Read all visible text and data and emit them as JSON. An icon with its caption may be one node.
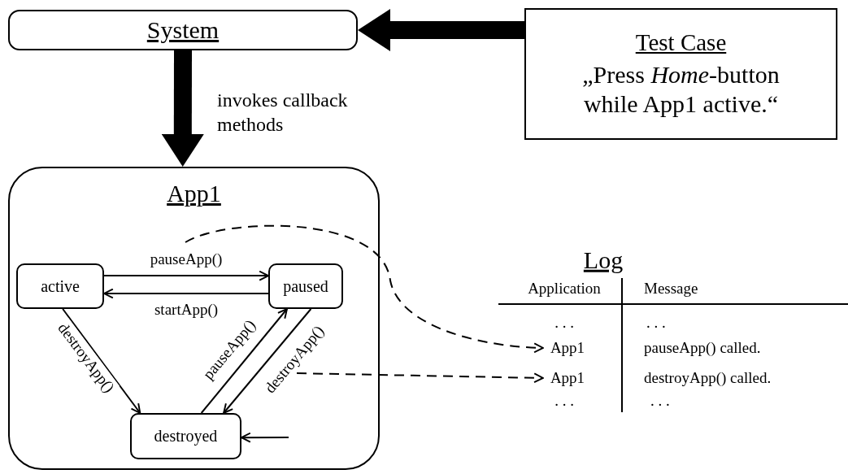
{
  "diagram": {
    "nodes": [
      {
        "text": [
          "System"
        ]
      },
      {
        "text": [
          "Test Case",
          "„Press *Home*-button while App1 active.“"
        ]
      },
      {
        "text": [
          "App1"
        ]
      },
      {
        "text": [
          "active"
        ],
        "in": 2
      },
      {
        "text": [
          "paused"
        ],
        "in": 2
      },
      {
        "text": [
          "destroyed"
        ],
        "in": 2
      },
      {
        "text": [
          "App1"
        ]
      },
      {
        "text": [
          "App1"
        ]
      }
    ],
    "edges": [
      {
        "from": 1,
        "to": 0,
        "arrow": "to",
        "style": "thick"
      },
      {
        "from": 0,
        "to": 2,
        "arrow": "to",
        "style": "thick",
        "label": "invokes callback methods"
      },
      {
        "from": 3,
        "to": 4,
        "arrow": "to",
        "label": "pauseApp()"
      },
      {
        "from": 4,
        "to": 3,
        "arrow": "to",
        "label": "startApp()"
      },
      {
        "from": 3,
        "to": 5,
        "arrow": "to",
        "label": "destroyApp()"
      },
      {
        "from": 5,
        "to": 4,
        "arrow": "to",
        "label": "pauseApp()"
      },
      {
        "from": 4,
        "to": 5,
        "arrow": "to",
        "label": "destroyApp()"
      },
      {
        "from": null,
        "to": 5,
        "arrow": "to"
      },
      {
        "from": null,
        "to": 6,
        "arrow": "to",
        "style": "dashed"
      },
      {
        "from": null,
        "to": 7,
        "arrow": "to",
        "style": "dashed"
      }
    ],
    "labels": [
      "Log",
      "Application",
      "Message",
      ". . .",
      ". . .",
      "pauseApp() called.",
      "destroyApp() called.",
      ". . .",
      ". . ."
    ]
  }
}
